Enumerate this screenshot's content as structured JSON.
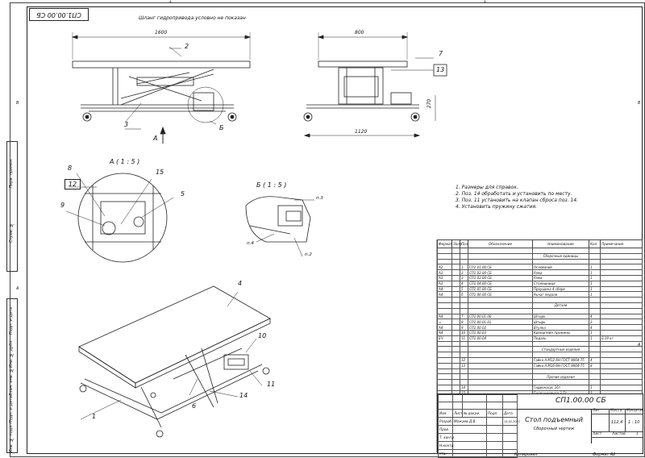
{
  "document": {
    "code_rotated": "СП1.00.00 СБ",
    "top_note": "Шланг гидропривода условно не показан",
    "section_a": "А ( 1 : 5 )",
    "section_b": "Б ( 1 : 5 )",
    "view_arrow": "А",
    "callout_b": "Б",
    "dims": {
      "d1600": "1600",
      "d800": "800",
      "d1120": "1120",
      "d270": "270"
    },
    "callouts": {
      "n1": "1",
      "n2": "2",
      "n3": "3",
      "n4": "4",
      "n5": "5",
      "n6": "6",
      "n7": "7",
      "n8": "8",
      "n9": "9",
      "n10": "10",
      "n11": "11",
      "n12": "12",
      "n13": "13",
      "n14": "14",
      "n15": "15"
    },
    "part_labels": {
      "p3": "п.3",
      "p4": "п.4",
      "p2": "п.2"
    },
    "notes": [
      "1.   Размеры для справок.",
      "2.   Поз. 14 обработать и установить по месту.",
      "3.   Поз. 11 установить на клапан сброса поз.   14.",
      "4.   Установить пружину сжатия."
    ],
    "side_labels": [
      "Перв. примен.",
      "Справ. №",
      "Подп. и дата",
      "Инв. № дубл.",
      "Взам. инв. №",
      "Подп. и дата",
      "Инв. № подл."
    ],
    "frame_marks": {
      "top1": "1",
      "top2": "1",
      "left_b": "B",
      "left_a": "A",
      "right_b": "B",
      "right_a": "A"
    }
  },
  "spec_table": {
    "headers": [
      "Формат",
      "Зона",
      "Поз.",
      "Обозначение",
      "Наименование",
      "Кол.",
      "Примечание"
    ],
    "rows": [
      [
        "",
        "",
        "",
        "",
        "",
        "",
        ""
      ],
      [
        "",
        "",
        "",
        "",
        "Сборочные единицы",
        "",
        ""
      ],
      [
        "",
        "",
        "",
        "",
        "",
        "",
        ""
      ],
      [
        "А2",
        "",
        "1",
        "СП1.01.00 СБ",
        "Основание",
        "1",
        ""
      ],
      [
        "А3",
        "",
        "2",
        "СП1.02.00 СБ",
        "Рама",
        "1",
        ""
      ],
      [
        "А3",
        "",
        "3",
        "СП1.03.00 СБ",
        "Рама",
        "1",
        ""
      ],
      [
        "А3",
        "",
        "4",
        "СП1.04.00 СБ",
        "Столешница",
        "1",
        ""
      ],
      [
        "А4",
        "",
        "5",
        "СП1.05.00 СБ",
        "Проушина 4 сборе",
        "1",
        ""
      ],
      [
        "А4",
        "",
        "6",
        "СП1.06.00 СБ",
        "Рычаг педали",
        "1",
        ""
      ],
      [
        "",
        "",
        "",
        "",
        "",
        "",
        ""
      ],
      [
        "",
        "",
        "",
        "",
        "Детали",
        "",
        ""
      ],
      [
        "",
        "",
        "",
        "",
        "",
        "",
        ""
      ],
      [
        "А4",
        "",
        "7",
        "СП1.00.01.00",
        "Штырь",
        "4",
        ""
      ],
      [
        "=",
        "",
        "8",
        "СП1.00.01.01",
        "Штырь",
        "2",
        ""
      ],
      [
        "А4",
        "",
        "9",
        "СП1.00.02",
        "Втулка",
        "4",
        ""
      ],
      [
        "А4",
        "",
        "10",
        "СП1.00.03",
        "Кронштейн пружины",
        "1",
        ""
      ],
      [
        "БЧ",
        "",
        "11",
        "СП1.00.04",
        "Педаль",
        "1",
        "0,19 кг"
      ],
      [
        "",
        "",
        "",
        "",
        "",
        "",
        ""
      ],
      [
        "",
        "",
        "",
        "",
        "Стандартные изделия",
        "",
        ""
      ],
      [
        "",
        "",
        "",
        "",
        "",
        "",
        ""
      ],
      [
        "",
        "",
        "12",
        "",
        "Гайка А.М12-6Н ГОСТ 9064-75",
        "4",
        ""
      ],
      [
        "",
        "",
        "13",
        "",
        "Гайка А.М16-6Н ГОСТ 9064-75",
        "8",
        ""
      ],
      [
        "",
        "",
        "",
        "",
        "",
        "",
        ""
      ],
      [
        "",
        "",
        "",
        "",
        "Прочие изделия",
        "",
        ""
      ],
      [
        "",
        "",
        "",
        "",
        "",
        "",
        ""
      ],
      [
        "",
        "",
        "14",
        "",
        "Гидронасос 16т",
        "1",
        ""
      ],
      [
        "",
        "",
        "15",
        "",
        "Гидроцилиндр 3,7т",
        "1",
        ""
      ]
    ]
  },
  "title_block": {
    "code": "СП1.00.00 СБ",
    "name": "Стол подъемный",
    "doc_type": "Сборочный чертеж",
    "lit_label": "Лит",
    "mass_label": "Масса",
    "scale_label": "Масштаб",
    "mass": "112,4",
    "scale": "1 : 10",
    "sheet_label": "Лист",
    "sheets_label": "Листов",
    "sheets": "1",
    "rows": [
      {
        "role": "Изм",
        "sheet": "Лист",
        "doc": "№ докум.",
        "sign": "Подп.",
        "date": "Дата"
      },
      {
        "role": "Разраб.",
        "name": "Можаев Д.В.",
        "date": "15.02.2021"
      },
      {
        "role": "Пров."
      },
      {
        "role": "Т. контр."
      },
      {
        "role": "Н.контр."
      },
      {
        "role": "Утв."
      }
    ],
    "copied": "Копировал",
    "format": "Формат А2"
  }
}
